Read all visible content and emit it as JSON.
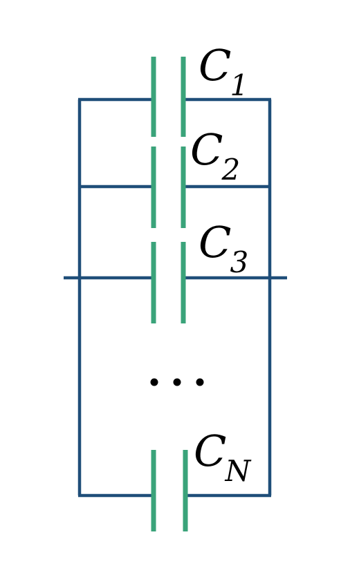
{
  "diagram": {
    "wire_color": "#1f4e79",
    "plate_color": "#3aa37a",
    "capacitors": [
      {
        "letter": "C",
        "subscript": "1"
      },
      {
        "letter": "C",
        "subscript": "2"
      },
      {
        "letter": "C",
        "subscript": "3"
      },
      {
        "letter": "C",
        "subscript": "N"
      }
    ],
    "ellipsis": "• • •"
  }
}
